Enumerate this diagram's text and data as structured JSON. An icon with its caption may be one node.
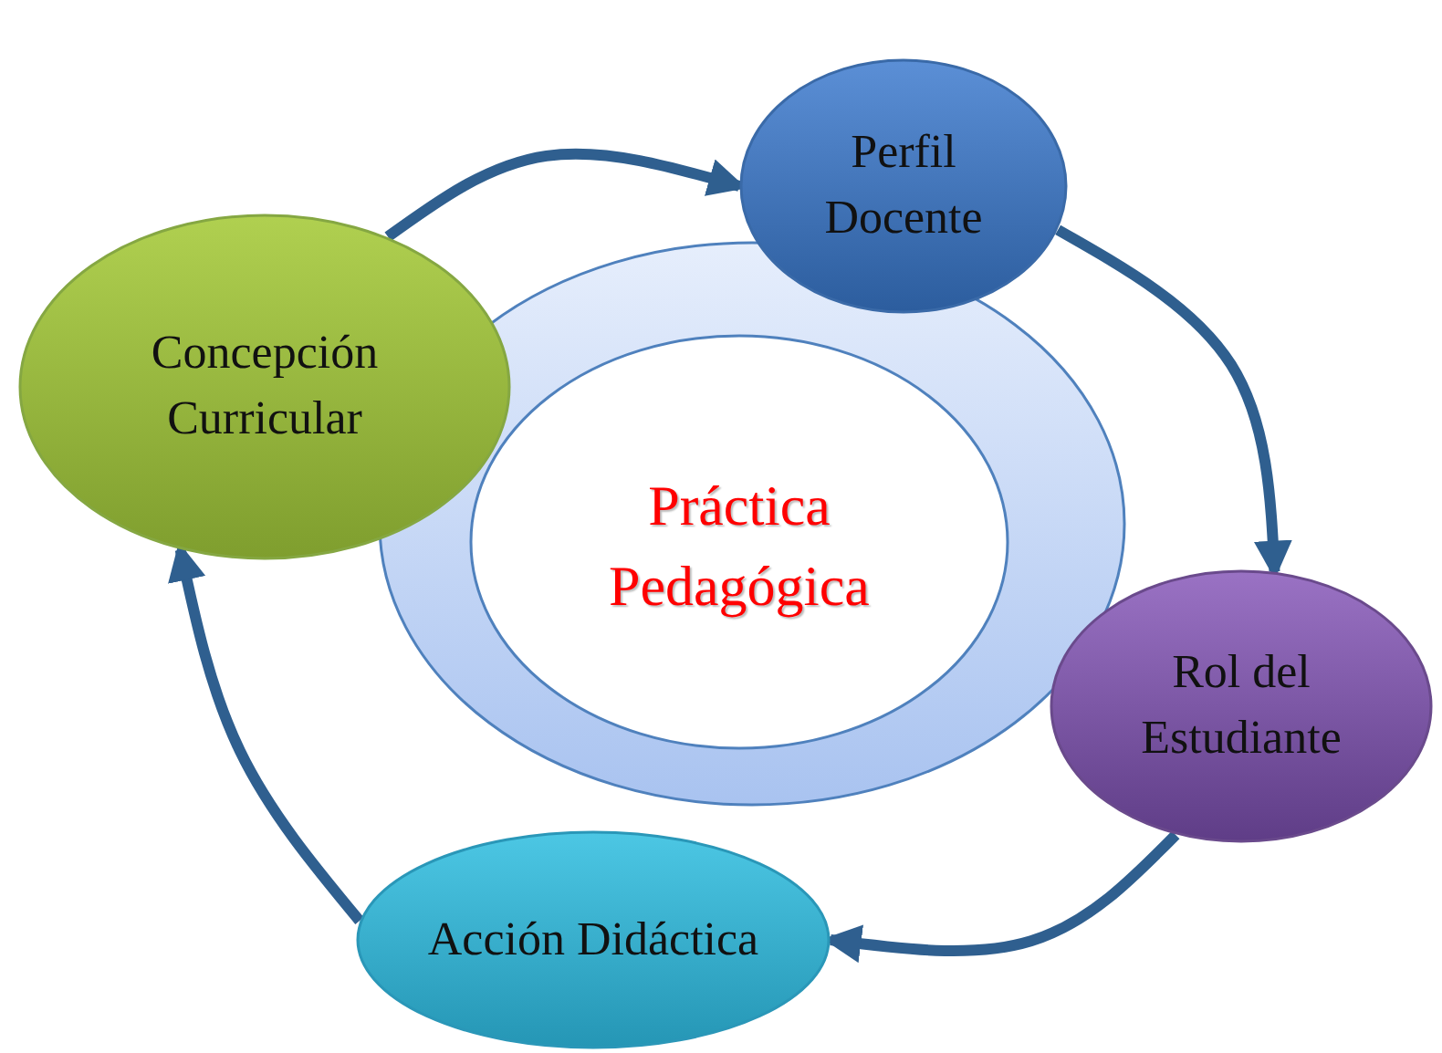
{
  "diagram": {
    "nodes": [
      {
        "text": [
          "Práctica Pedagógica"
        ]
      },
      {
        "text": [
          "Perfil Docente"
        ]
      },
      {
        "text": [
          "Rol del Estudiante"
        ]
      },
      {
        "text": [
          "Acción Didáctica"
        ]
      },
      {
        "text": [
          "Concepción Curricular"
        ]
      }
    ],
    "edges": [
      {
        "from": 4,
        "to": 1,
        "arrow": "to"
      },
      {
        "from": 1,
        "to": 2,
        "arrow": "to"
      },
      {
        "from": 2,
        "to": 3,
        "arrow": "to"
      },
      {
        "from": 3,
        "to": 4,
        "arrow": "to"
      }
    ]
  }
}
